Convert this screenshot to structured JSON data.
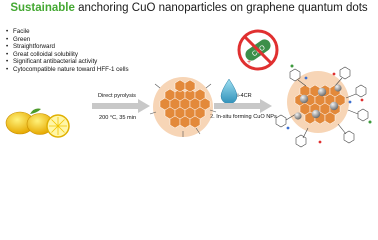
{
  "title": {
    "highlight": "Sustainable",
    "rest": " anchoring CuO nanoparticles on graphene quantum dots"
  },
  "features": [
    "Facile",
    "Green",
    "Straightforward",
    "Great colloidal solubility",
    "Significant antibacterial activity",
    "Cytocompatible nature toward HFF-1 cells"
  ],
  "step1": {
    "label": "Direct pyrolysis",
    "condition": "200 °C, 35 min"
  },
  "step2": {
    "line1": "1. Ugi-4CR",
    "line2": "2. In-situ forming CuO NPs"
  },
  "badge": {
    "text": "CuO",
    "superscript": "+"
  },
  "colors": {
    "title_highlight": "#44a832",
    "lemon": "#f5c518",
    "gqd": "#e3893a",
    "water": "#3aa3c8",
    "cuo": "#8a8a8a",
    "badge_ring": "#e03030"
  },
  "icons": [
    "lemon-icon",
    "graphene-quantum-dot-icon",
    "water-drop-icon",
    "cuo-particle-icon",
    "antibacterial-badge-icon",
    "arrow-right-icon"
  ]
}
